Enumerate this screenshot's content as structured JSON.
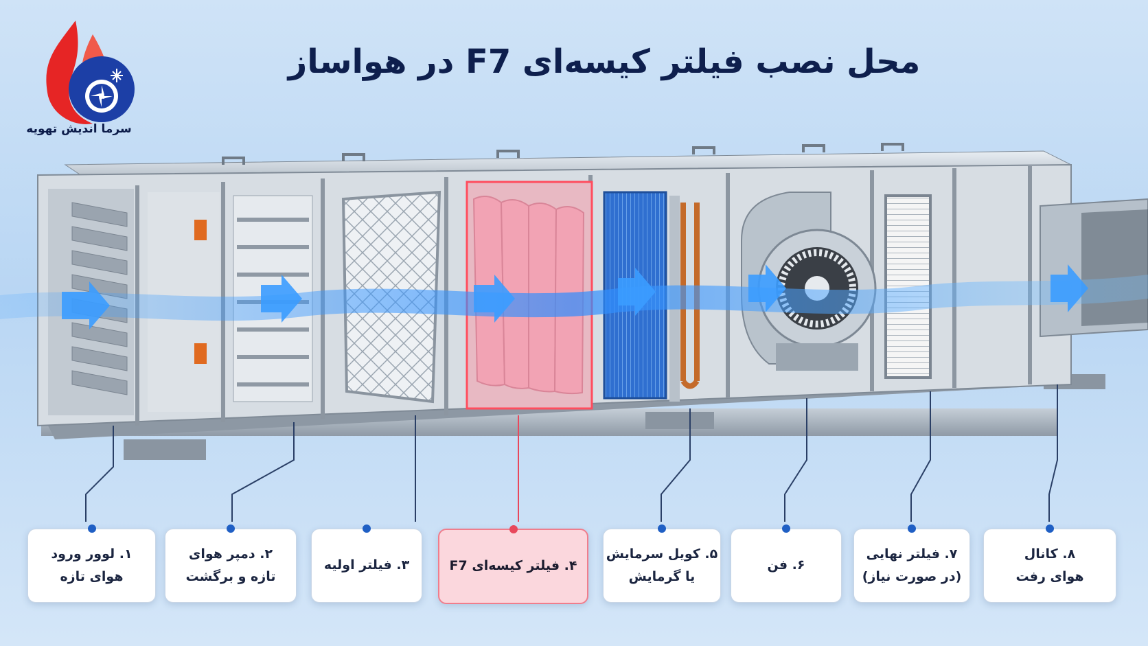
{
  "brand": {
    "name": "سرما اندیش تهویه"
  },
  "title": "محل نصب فیلتر کیسه‌ای F7 در هواساز",
  "colors": {
    "accent": "#1f5fc4",
    "highlight": "#e8485c",
    "highlight_bg": "#fbd7dd",
    "title": "#0e1f4d"
  },
  "icons": {
    "logo": "flame-snowflake-fan-icon"
  },
  "components": [
    {
      "label": "۱. لوور ورود\nهوای تازه",
      "highlight": false
    },
    {
      "label": "۲. دمپر هوای\nتازه و برگشت",
      "highlight": false
    },
    {
      "label": "۳. فیلتر اولیه",
      "highlight": false
    },
    {
      "label": "۴. فیلتر کیسه‌ای F7",
      "highlight": true
    },
    {
      "label": "۵. کویل سرمایش\nیا گرمایش",
      "highlight": false
    },
    {
      "label": "۶. فن",
      "highlight": false
    },
    {
      "label": "۷. فیلتر نهایی\n(در صورت نیاز)",
      "highlight": false
    },
    {
      "label": "۸. کانال\nهوای رفت",
      "highlight": false
    }
  ]
}
